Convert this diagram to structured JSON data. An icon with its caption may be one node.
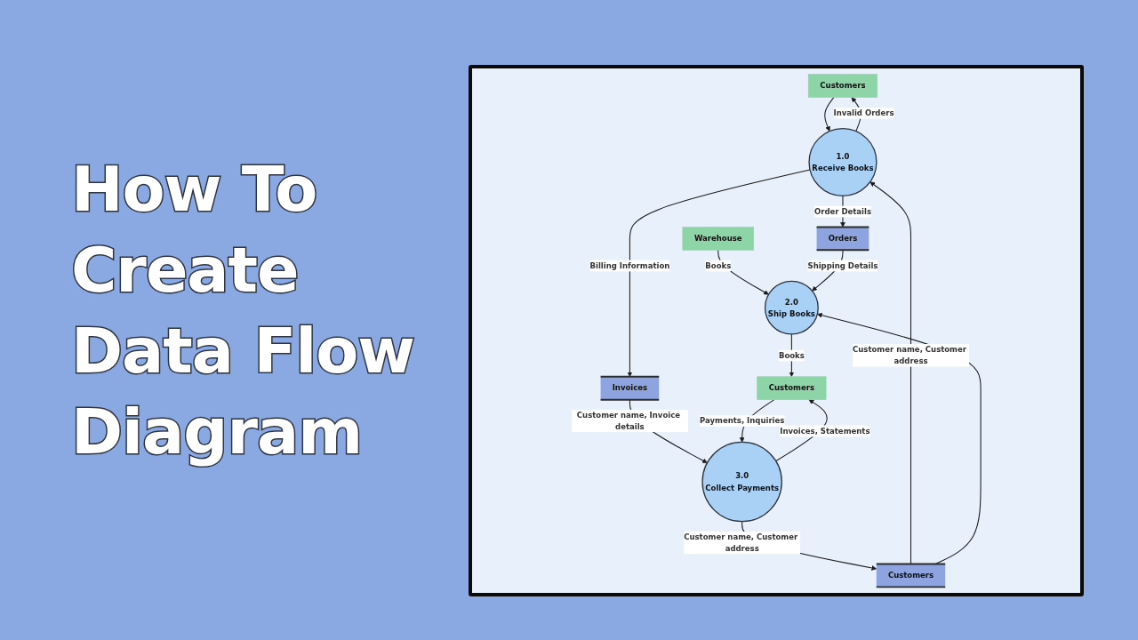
{
  "diagram": {
    "title": "How To Create Data Flow Diagram",
    "nodes": [
      {
        "text": [
          "Customers"
        ]
      },
      {
        "text": [
          "Orders"
        ]
      },
      {
        "text": [
          "Warehouse"
        ]
      },
      {
        "text": [
          "1.0",
          "Receive Books"
        ]
      },
      {
        "text": [
          "2.0",
          "Ship Books"
        ]
      },
      {
        "text": [
          "Invoices"
        ]
      },
      {
        "text": [
          "Customers"
        ]
      },
      {
        "text": [
          "3.0",
          "Collect Payments"
        ]
      },
      {
        "text": [
          "Customers"
        ]
      }
    ],
    "edges": [
      {
        "from": 3,
        "to": 0,
        "arrow": "to",
        "label": "Invalid Orders"
      },
      {
        "from": 3,
        "to": 1,
        "arrow": "to",
        "label": "Order Details"
      },
      {
        "from": 0,
        "to": 3,
        "arrow": "to"
      },
      {
        "from": 2,
        "to": 4,
        "arrow": "to",
        "label": "Books"
      },
      {
        "from": 1,
        "to": 4,
        "arrow": "to",
        "label": "Shipping Details"
      },
      {
        "from": 6,
        "to": 3,
        "arrow": "to",
        "label": "Customer name, Customer address"
      },
      {
        "from": 6,
        "to": 4,
        "arrow": "to"
      },
      {
        "from": 3,
        "to": 5,
        "arrow": "to",
        "label": "Billing Information"
      },
      {
        "from": 5,
        "to": 7,
        "arrow": "to",
        "label": "Customer name, Invoice details"
      },
      {
        "from": 7,
        "to": 6,
        "arrow": "to",
        "label": "Customer name, Customer address"
      },
      {
        "from": 4,
        "to": 8,
        "arrow": "to",
        "label": "Books"
      },
      {
        "from": 7,
        "to": 8,
        "arrow": "to",
        "label": "Invoices, Statements"
      },
      {
        "from": 8,
        "to": 7,
        "arrow": "to",
        "label": "Payments, Inquiries"
      }
    ]
  }
}
